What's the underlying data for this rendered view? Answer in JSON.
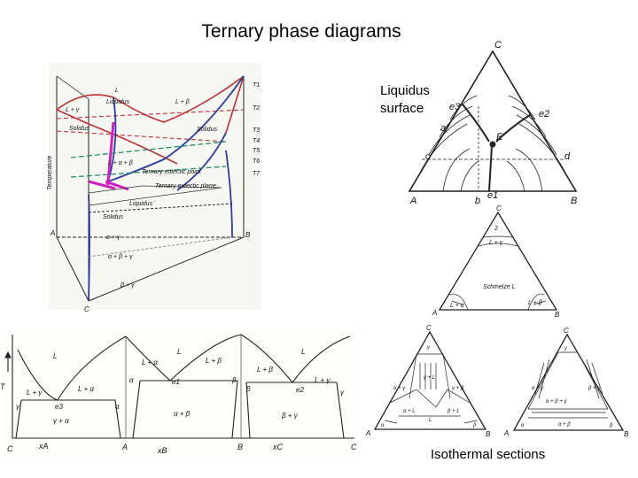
{
  "title": "Ternary phase diagrams",
  "liquidus_label": [
    "Liquidus",
    "surface"
  ],
  "isothermal_label": "Isothermal sections",
  "space_model": {
    "corners": [
      "A",
      "B",
      "C"
    ],
    "labels": [
      "L",
      "Liquidus",
      "L + β",
      "L + γ",
      "Solidus",
      "Solidus",
      "Solidus",
      "Liquidus",
      "L + α + β",
      "Ternary eutectic point",
      "Ternary eutectic plane",
      "α + β + γ",
      "β + γ",
      "α + γ",
      "Temperature"
    ],
    "temps": [
      "T1",
      "T2",
      "T3",
      "T4",
      "T5",
      "T6",
      "T7"
    ]
  },
  "liquidus_projection": {
    "corners": [
      "A",
      "B",
      "C"
    ],
    "points": [
      "e3",
      "e2",
      "e1",
      "a",
      "b",
      "c",
      "d",
      "E"
    ]
  },
  "binary_diagrams": {
    "axis": [
      "C",
      "A",
      "B",
      "C"
    ],
    "x_labels": [
      "xA",
      "xB",
      "xC"
    ],
    "y_label": "T",
    "fields": [
      "L",
      "L",
      "L",
      "L + γ",
      "L + α",
      "L + α",
      "L + β",
      "L + β",
      "L + γ",
      "γ",
      "α",
      "α",
      "β",
      "β",
      "γ",
      "γ + α",
      "α + β",
      "β + γ",
      "e1",
      "e2",
      "e3"
    ]
  },
  "section_top": {
    "corners": [
      "A",
      "B",
      "C"
    ],
    "fields": [
      "2",
      "L + γ",
      "Schmelze L",
      "L + α",
      "L + β"
    ]
  },
  "section_left": {
    "corners": [
      "A",
      "B",
      "C"
    ],
    "fields": [
      "γ",
      "α",
      "β",
      "α + γ",
      "γ + β",
      "α + L",
      "β + L",
      "L",
      "γ + L"
    ]
  },
  "section_right": {
    "corners": [
      "A",
      "B",
      "C"
    ],
    "fields": [
      "γ",
      "α",
      "β",
      "α + γ",
      "β + γ",
      "α + β + γ",
      "α + β"
    ]
  }
}
